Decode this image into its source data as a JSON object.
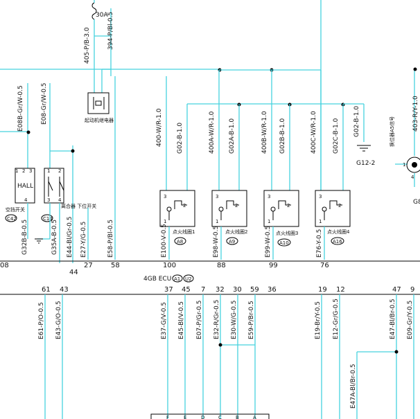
{
  "fuse": {
    "label": "30A"
  },
  "top_wires": [
    {
      "label": "405-P/B-3.0"
    },
    {
      "label": "394-P/Bl-0.5"
    }
  ],
  "relay": {
    "label": "起动机继电器"
  },
  "right_top_wire": {
    "label": "403-R/Y-1.0"
  },
  "right_switch": {
    "label": "换位器A5信号"
  },
  "left_wires": [
    {
      "label": "E08B-Gr/W-0.5"
    },
    {
      "label": "E08-Gr/W-0.5"
    }
  ],
  "hall": {
    "text": "HALL",
    "pins": [
      "1",
      "2",
      "3",
      "4"
    ],
    "name": "空挡开关",
    "connector": "C42"
  },
  "clutch": {
    "pins": [
      "1",
      "2",
      "3",
      "4"
    ],
    "name": "离合器\n下位开关",
    "connector": "C14"
  },
  "coil_wires": [
    {
      "label": "400-W/R-1.0"
    },
    {
      "label": "G02-B-1.0"
    },
    {
      "label": "400A-W/R-1.0"
    },
    {
      "label": "G02A-B-1.0"
    },
    {
      "label": "400B-W/R-1.0"
    },
    {
      "label": "G02B-B-1.0"
    },
    {
      "label": "400C-W/R-1.0"
    },
    {
      "label": "G02C-B-1.0"
    },
    {
      "label": "G02-B-1.0"
    }
  ],
  "ground": {
    "label": "G12-2"
  },
  "coils": [
    {
      "name": "点火线圈1",
      "connector": "A8"
    },
    {
      "name": "点火线圈2",
      "connector": "A9"
    },
    {
      "name": "点火线圈3",
      "connector": "A10"
    },
    {
      "name": "点火线圈4",
      "connector": "A16"
    }
  ],
  "coil_pins": [
    "1",
    "2",
    "3"
  ],
  "lower_wires": [
    {
      "label": "G32B-B-0.5"
    },
    {
      "label": "G35A-B-0.5"
    },
    {
      "label": "E44-Bl/Gr-0.5"
    },
    {
      "label": "E27-Y/G-0.5"
    },
    {
      "label": "E58-P/Bl-0.5"
    },
    {
      "label": "E100-V-0.5"
    },
    {
      "label": "E98-W-0.5"
    },
    {
      "label": "E99-W-0.5"
    },
    {
      "label": "E76-Y-0.5"
    }
  ],
  "ecu_top_pins": [
    "08",
    "27",
    "44",
    "58",
    "100",
    "88",
    "99",
    "76"
  ],
  "ecu": {
    "label": "4GB ECU",
    "conn1": "A1",
    "conn2": "U2"
  },
  "ecu_bottom_pins": [
    "61",
    "43",
    "37",
    "45",
    "7",
    "32",
    "30",
    "59",
    "36",
    "19",
    "12",
    "47",
    "9"
  ],
  "bottom_wires": [
    {
      "label": "E61-P/O-0.5"
    },
    {
      "label": "E43-G/O-0.5"
    },
    {
      "label": "E37-G/V-0.5"
    },
    {
      "label": "E45-Bl/V-0.5"
    },
    {
      "label": "E07-P/Gr-0.5"
    },
    {
      "label": "E32-R/Gr-0.5"
    },
    {
      "label": "E30-W/G-0.5"
    },
    {
      "label": "E59-P/Br-0.5"
    },
    {
      "label": "E19-Br/Y-0.5"
    },
    {
      "label": "E12-Gr/G-0.5"
    },
    {
      "label": "E47-Bl/Br-0.5"
    },
    {
      "label": "E09-Gr/Y-0.5"
    },
    {
      "label": "E47A-Bl/Br-0.5"
    }
  ],
  "bottom_conn_pins": [
    "F",
    "E",
    "D",
    "C",
    "B",
    "A"
  ]
}
